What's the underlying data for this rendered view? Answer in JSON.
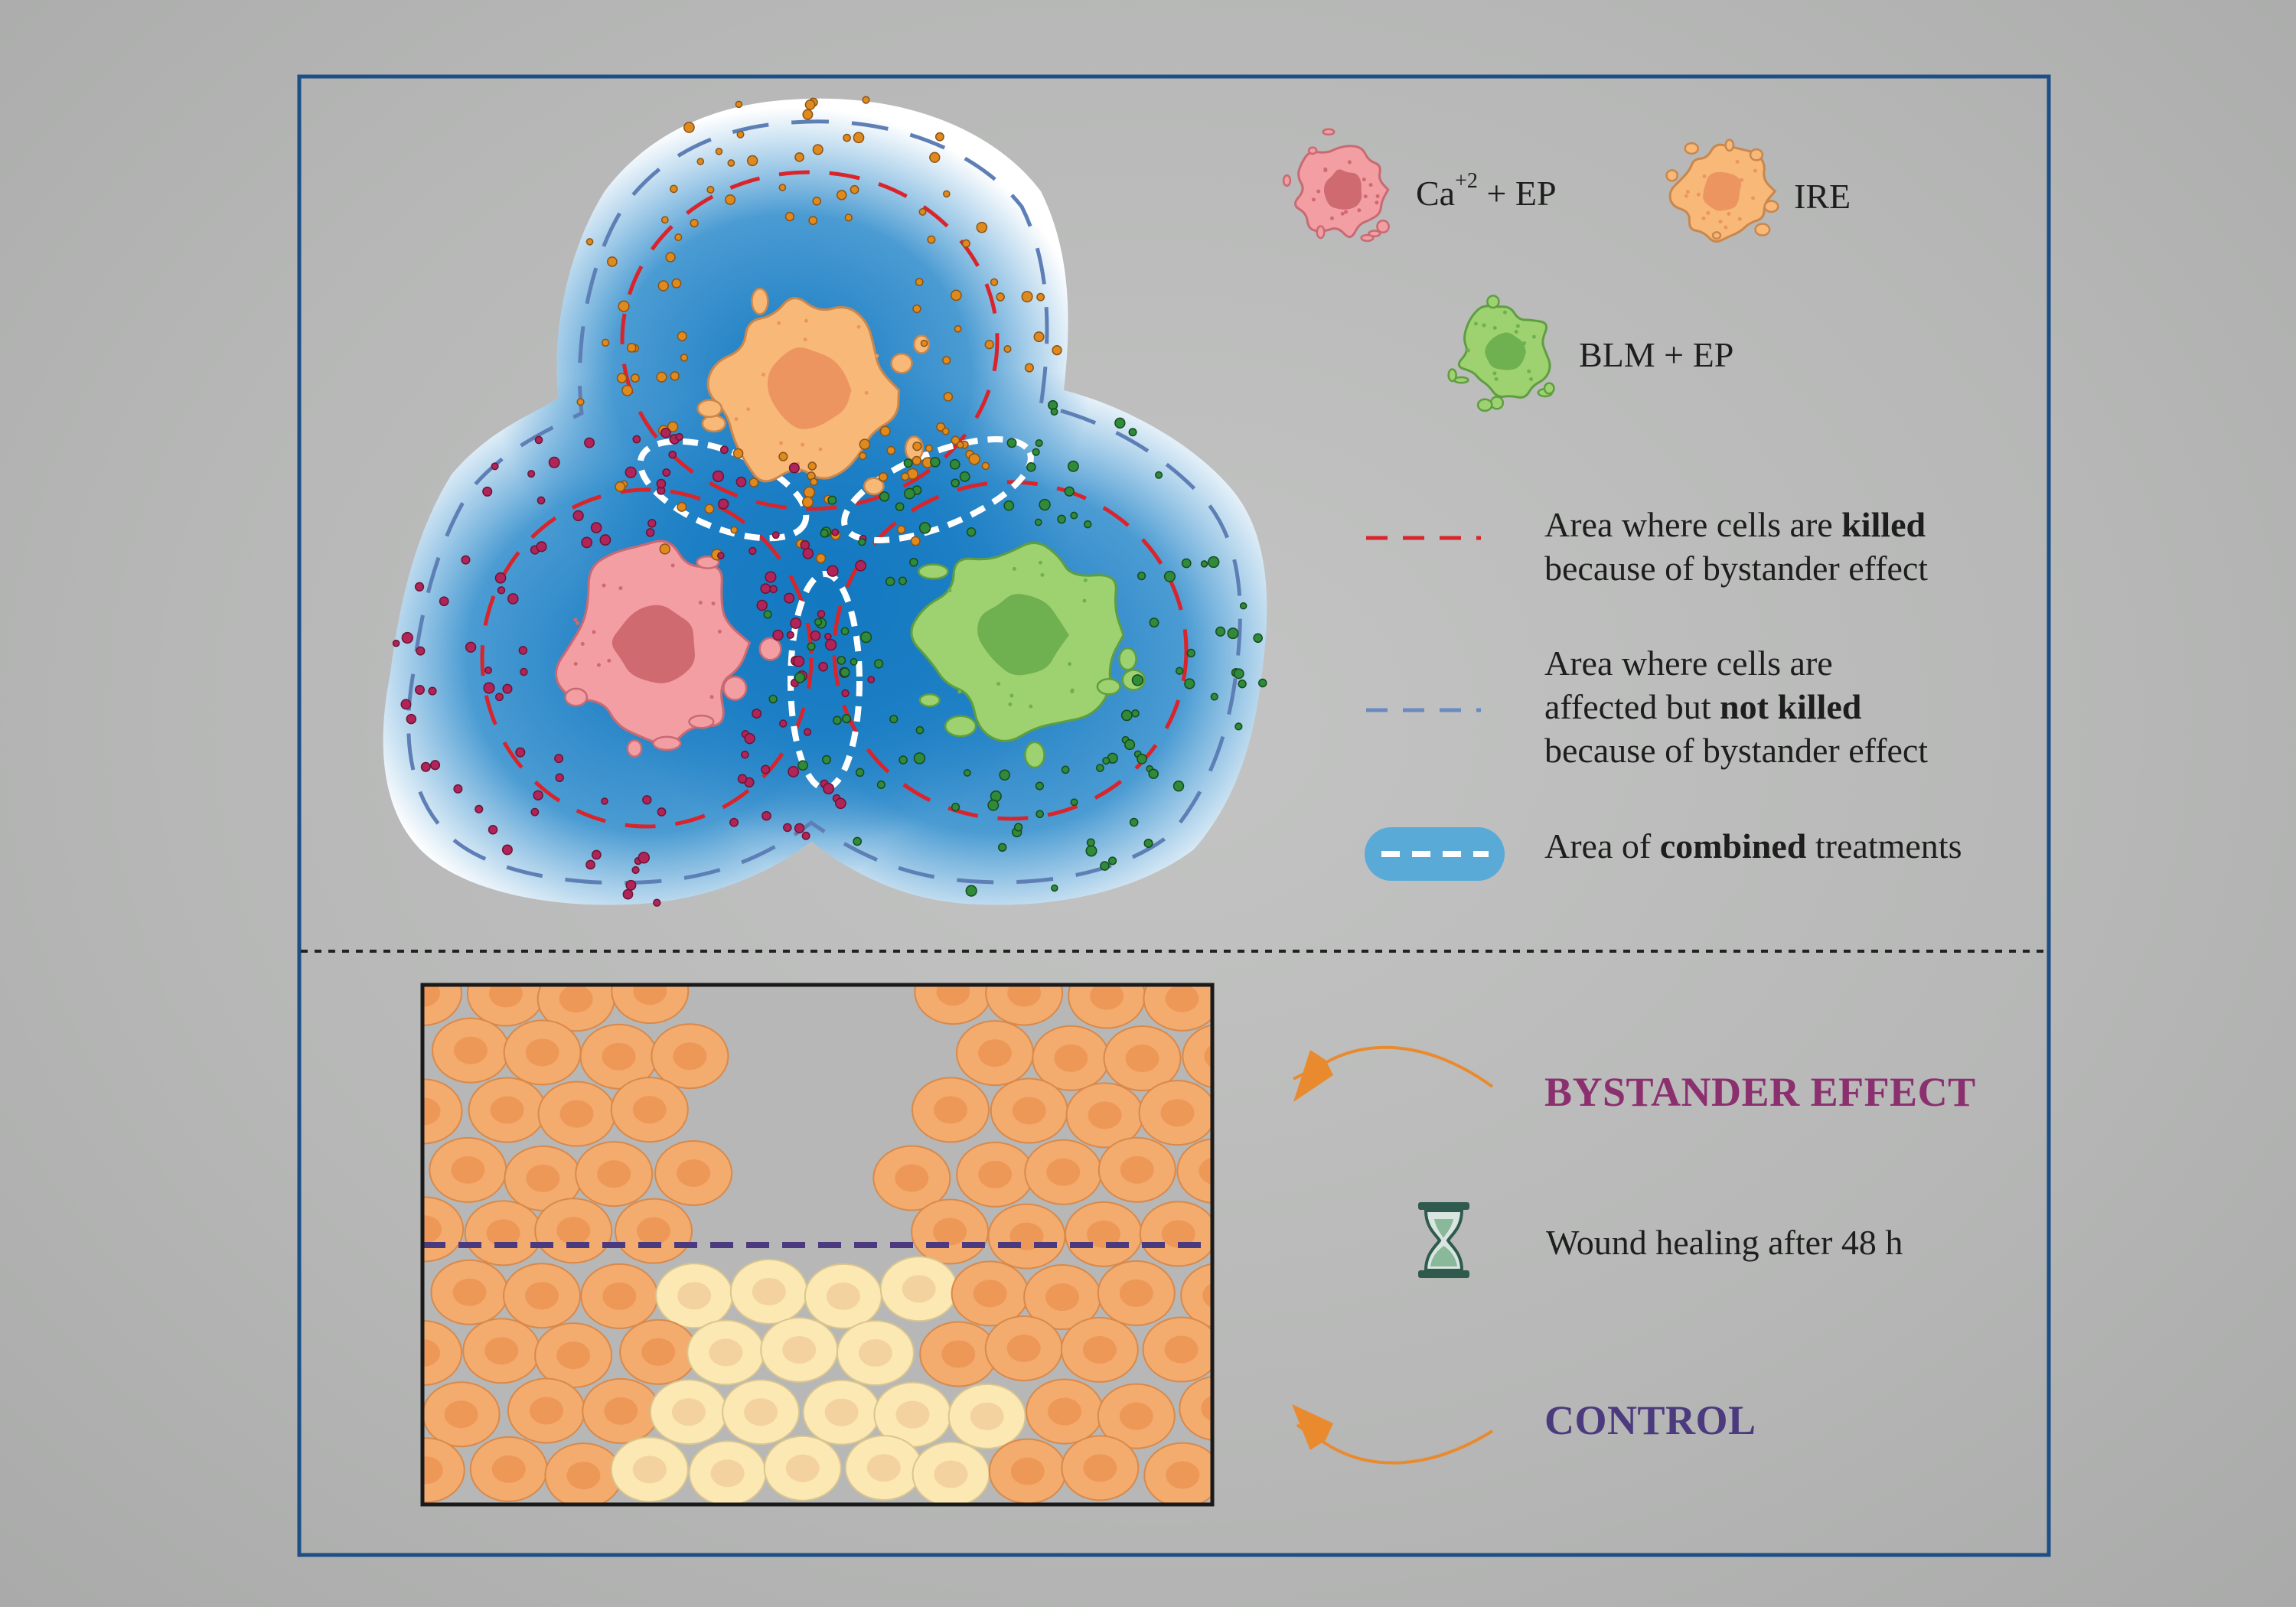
{
  "legend": {
    "ca_ep": {
      "label_main": "Ca",
      "label_sup": "+2",
      "label_rest": " + EP",
      "color": "#f39ea2"
    },
    "ire": {
      "label": "IRE",
      "color": "#f8b878"
    },
    "blm_ep": {
      "label": "BLM + EP",
      "color": "#9ed270"
    }
  },
  "descriptions": {
    "killed": {
      "pre": "Area where cells are ",
      "bold": "killed",
      "line2": "because of bystander effect",
      "line_color": "#d9242b"
    },
    "affected": {
      "line1": "Area where cells are",
      "pre": "affected but ",
      "bold": "not killed",
      "line2": "because of bystander effect",
      "line_color": "#6a8ac0"
    },
    "combined": {
      "pre": "Area of ",
      "bold": "combined",
      "post": " treatments",
      "swatch_color": "#5aaad8"
    }
  },
  "wound": {
    "bystander_label": "BYSTANDER EFFECT",
    "bystander_color": "#8b2f6f",
    "healing_label": "Wound healing after 48 h",
    "control_label": "CONTROL",
    "control_color": "#4b3a7e",
    "arrow_color": "#ea8a2e"
  },
  "colors": {
    "frame": "#1d4f86",
    "blue_field": "#1a7dc4",
    "cell_orange": "#f4ab6e",
    "cell_healed": "#fbe8b2"
  }
}
